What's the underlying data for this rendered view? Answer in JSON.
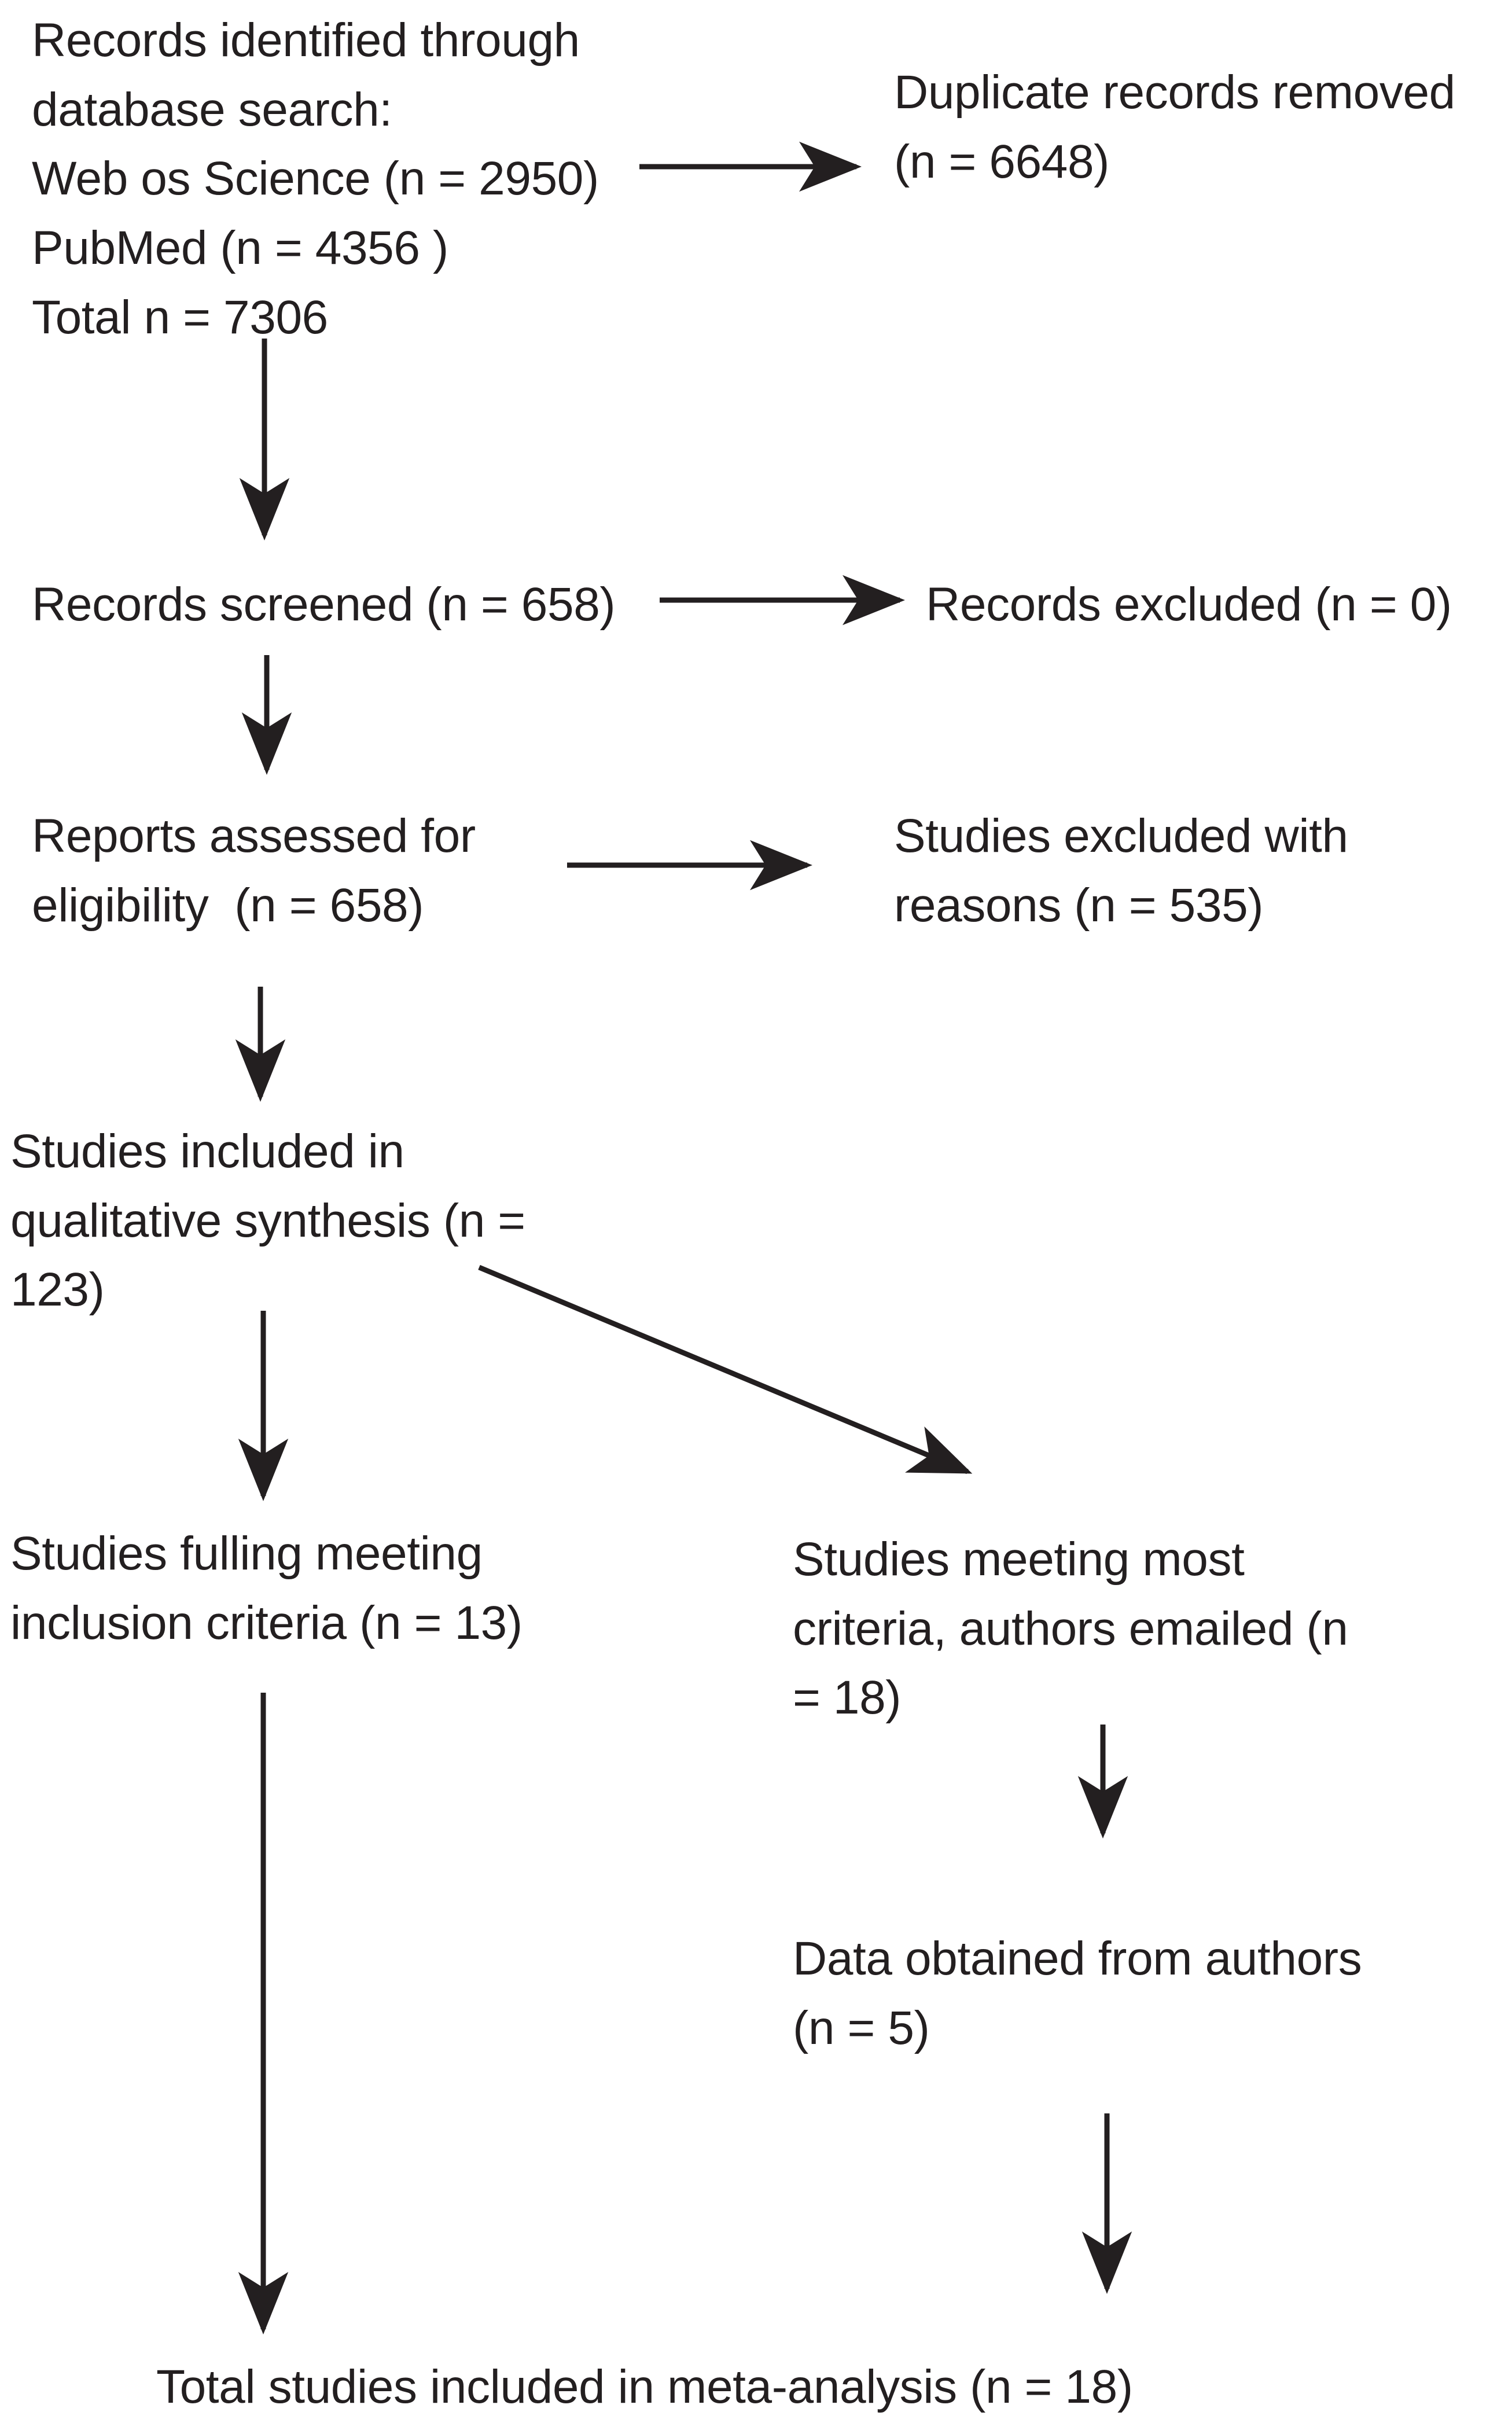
{
  "diagram": {
    "title": "PRISMA study selection flow diagram",
    "type": "flowchart",
    "text_color": "#231f20",
    "arrow_color": "#231f20",
    "background": "#ffffff",
    "nodes": [
      {
        "id": "identified",
        "name": "records-identified",
        "text": "Records identified through database search:\nWeb os Science (n = 2950)\nPubMed (n = 4356 )\nTotal n = 7306",
        "counts": {
          "web_os_science": 2950,
          "pubmed": 4356,
          "total": 7306
        }
      },
      {
        "id": "duplicates",
        "name": "duplicate-records-removed",
        "text": "Duplicate records removed\n(n = 6648)",
        "counts": {
          "n": 6648
        }
      },
      {
        "id": "screened",
        "name": "records-screened",
        "text": "Records screened (n = 658)",
        "counts": {
          "n": 658
        }
      },
      {
        "id": "excluded0",
        "name": "records-excluded",
        "text": "Records excluded (n = 0)",
        "counts": {
          "n": 0
        }
      },
      {
        "id": "eligibility",
        "name": "reports-assessed-for-eligibility",
        "text": "Reports assessed for\neligibility  (n = 658)",
        "counts": {
          "n": 658
        }
      },
      {
        "id": "excluded_reasons",
        "name": "studies-excluded-with-reasons",
        "text": "Studies excluded with\nreasons (n = 535)",
        "counts": {
          "n": 535
        }
      },
      {
        "id": "qualitative",
        "name": "studies-included-qualitative-synthesis",
        "text": "Studies included in\nqualitative synthesis (n =\n123)",
        "counts": {
          "n": 123
        }
      },
      {
        "id": "fulling",
        "name": "studies-fulling-meeting-inclusion-criteria",
        "text": "Studies fulling meeting\ninclusion criteria (n = 13)",
        "counts": {
          "n": 13
        }
      },
      {
        "id": "most_criteria",
        "name": "studies-meeting-most-criteria-authors-emailed",
        "text": "Studies meeting most\ncriteria, authors emailed (n\n= 18)",
        "counts": {
          "n": 18
        }
      },
      {
        "id": "data_obtained",
        "name": "data-obtained-from-authors",
        "text": "Data obtained from authors\n(n = 5)",
        "counts": {
          "n": 5
        }
      },
      {
        "id": "total",
        "name": "total-studies-included-meta-analysis",
        "text": "Total studies included in meta-analysis (n = 18)",
        "counts": {
          "n": 18
        }
      }
    ],
    "edges": [
      {
        "name": "arrow-identified-to-duplicates",
        "from": "identified",
        "to": "duplicates",
        "direction": "right"
      },
      {
        "name": "arrow-identified-to-screened",
        "from": "identified",
        "to": "screened",
        "direction": "down"
      },
      {
        "name": "arrow-screened-to-excluded",
        "from": "screened",
        "to": "excluded0",
        "direction": "right"
      },
      {
        "name": "arrow-screened-to-eligibility",
        "from": "screened",
        "to": "eligibility",
        "direction": "down"
      },
      {
        "name": "arrow-eligibility-to-excluded-reasons",
        "from": "eligibility",
        "to": "excluded_reasons",
        "direction": "right"
      },
      {
        "name": "arrow-eligibility-to-qualitative",
        "from": "eligibility",
        "to": "qualitative",
        "direction": "down"
      },
      {
        "name": "arrow-qualitative-to-fulling",
        "from": "qualitative",
        "to": "fulling",
        "direction": "down"
      },
      {
        "name": "arrow-qualitative-to-most-criteria",
        "from": "qualitative",
        "to": "most_criteria",
        "direction": "diagonal-down-right"
      },
      {
        "name": "arrow-fulling-to-total",
        "from": "fulling",
        "to": "total",
        "direction": "down"
      },
      {
        "name": "arrow-most-criteria-to-data-obtained",
        "from": "most_criteria",
        "to": "data_obtained",
        "direction": "down"
      },
      {
        "name": "arrow-data-obtained-to-total",
        "from": "data_obtained",
        "to": "total",
        "direction": "down"
      }
    ]
  }
}
